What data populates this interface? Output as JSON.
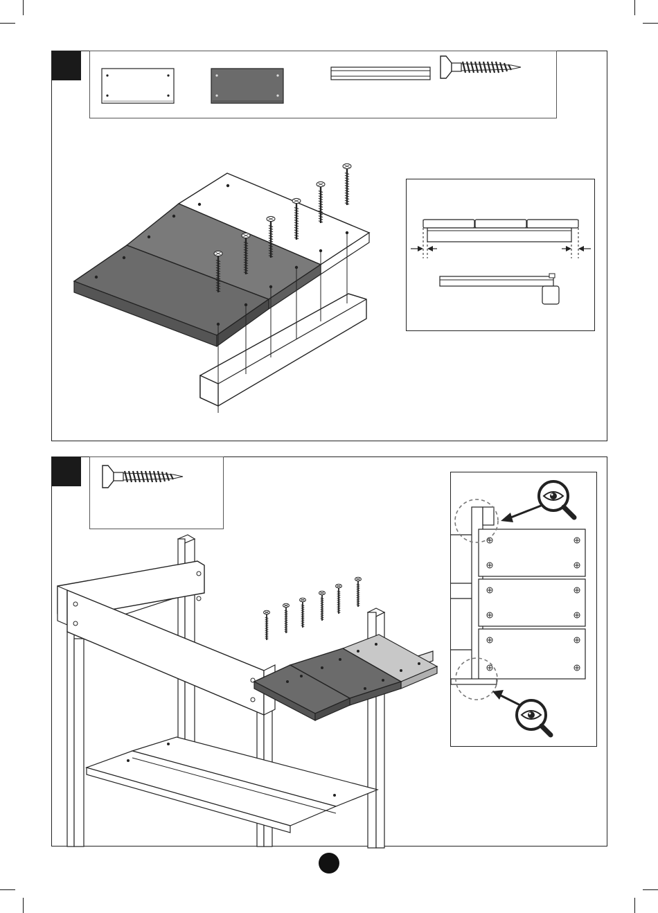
{
  "document": {
    "type": "assembly-instructions",
    "page_number": ""
  },
  "steps": [
    {
      "id": "step-a",
      "badge_label": "",
      "parts": [
        {
          "name": "light-board-icon",
          "count_label": ""
        },
        {
          "name": "dark-board-icon",
          "count_label": ""
        },
        {
          "name": "rail-icon",
          "count_label": ""
        },
        {
          "name": "screw-icon",
          "count_label": ""
        }
      ],
      "screws_shown": 6
    },
    {
      "id": "step-b",
      "badge_label": "",
      "parts": [
        {
          "name": "screw-icon",
          "count_label": ""
        }
      ],
      "screws_shown": 6
    }
  ],
  "colors": {
    "outline": "#222222",
    "dark_board": "#6b6b6b",
    "mid_board": "#8a8a8a",
    "light_board": "#c8c8c8",
    "badge": "#1a1a1a"
  }
}
